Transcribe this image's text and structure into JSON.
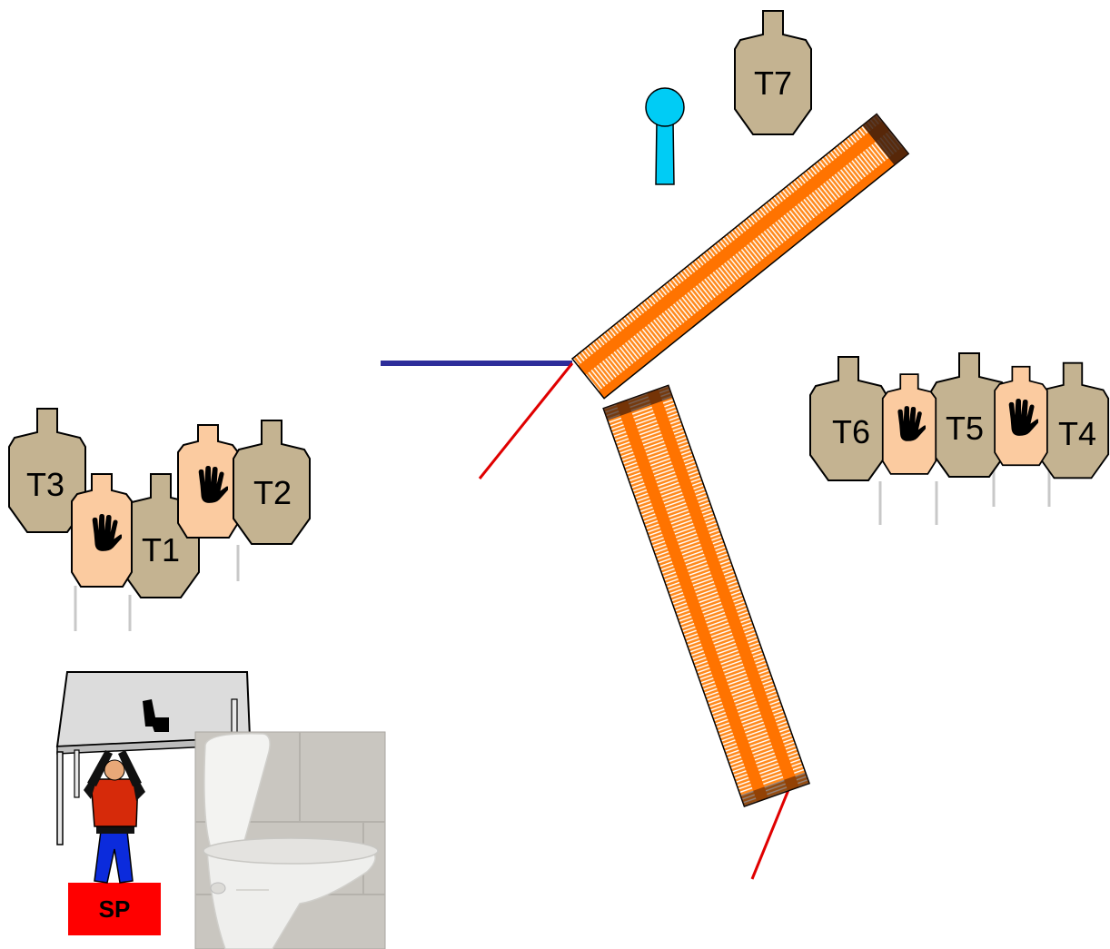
{
  "targets": {
    "t1": "T1",
    "t2": "T2",
    "t3": "T3",
    "t4": "T4",
    "t5": "T5",
    "t6": "T6",
    "t7": "T7"
  },
  "start_position": {
    "label": "SP"
  },
  "colors": {
    "threat_target": "#c4b391",
    "no_shoot_target": "#fbcba0",
    "steel_popper": "#00ccf5",
    "fault_line": "#2d2d9a",
    "shot_limit": "#e00000",
    "barrier_orange": "#ff7a00",
    "table": "#dcdcdc",
    "start_box": "#ff0000"
  },
  "icons": {
    "no_shoot": "hand-icon",
    "pistol": "pistol-icon",
    "toilet": "toilet-photo",
    "shooter": "shooter-figure"
  }
}
